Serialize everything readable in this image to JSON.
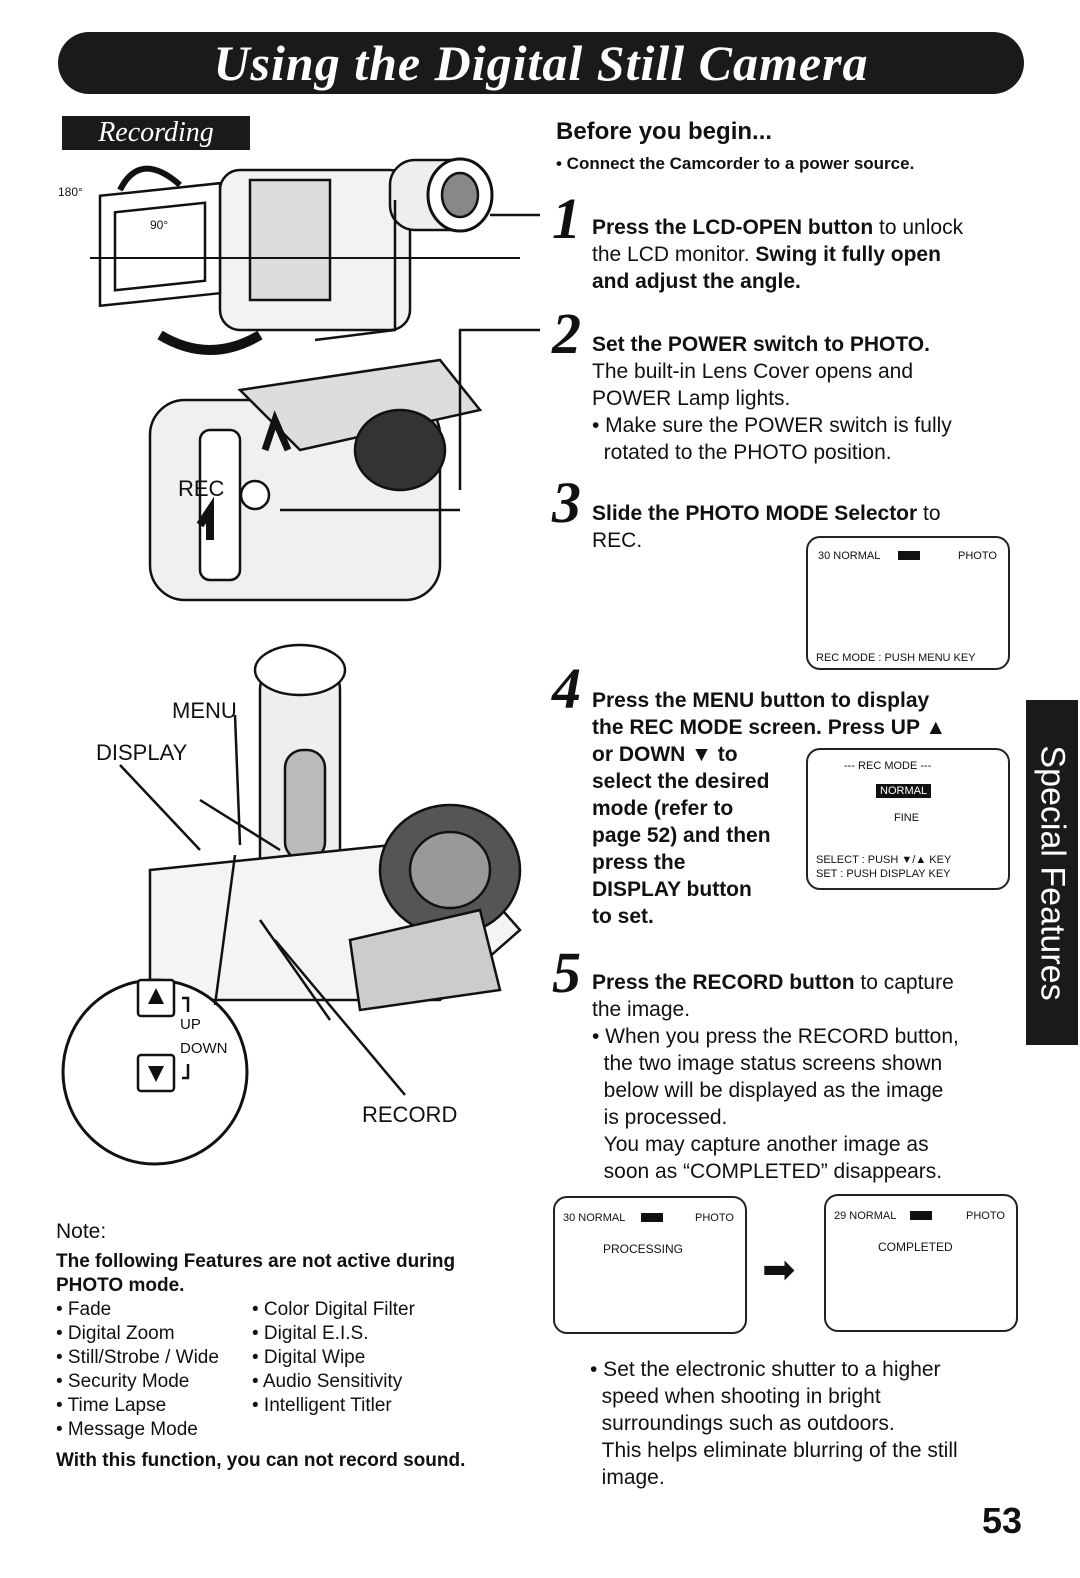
{
  "header": {
    "title": "Using the Digital Still Camera",
    "section": "Recording"
  },
  "before": {
    "heading": "Before you begin...",
    "bullet": "• Connect the Camcorder to a power source."
  },
  "steps": [
    {
      "num": "1",
      "lines": [
        "<b>Press the LCD-OPEN button</b> to unlock",
        "the LCD monitor. <b>Swing it fully open</b>",
        "<b>and adjust the angle.</b>"
      ]
    },
    {
      "num": "2",
      "lines": [
        "<b>Set the POWER switch to PHOTO.</b>",
        "The built-in Lens Cover opens and",
        "POWER Lamp lights.",
        "• Make sure the POWER switch is fully",
        "&nbsp;&nbsp;rotated to the PHOTO position."
      ]
    },
    {
      "num": "3",
      "lines": [
        "<b>Slide the PHOTO MODE Selector</b> to",
        "REC."
      ]
    },
    {
      "num": "4",
      "lines": [
        "<b>Press the MENU button to display</b>",
        "<b>the REC MODE screen. Press UP ▲</b>",
        "<b>or DOWN ▼ to</b>",
        "<b>select the desired</b>",
        "<b>mode (refer to</b>",
        "<b>page 52) and then</b>",
        "<b>press the</b>",
        "<b>DISPLAY button</b>",
        "<b>to set.</b>"
      ]
    },
    {
      "num": "5",
      "lines": [
        "<b>Press the RECORD button</b> to capture",
        "the image.",
        "• When you press the RECORD button,",
        "&nbsp;&nbsp;the two image status screens shown",
        "&nbsp;&nbsp;below will be displayed as the image",
        "&nbsp;&nbsp;is processed.",
        "&nbsp;&nbsp;You may capture another image as",
        "&nbsp;&nbsp;soon as “COMPLETED” disappears."
      ]
    }
  ],
  "screens": {
    "rec": {
      "top_left": "30 NORMAL",
      "top_right": "PHOTO",
      "bottom": "REC MODE : PUSH MENU KEY"
    },
    "menu": {
      "title": "--- REC MODE ---",
      "opt1": "NORMAL",
      "opt2": "FINE",
      "sel": "SELECT : PUSH ▼/▲ KEY",
      "set": "SET      : PUSH DISPLAY KEY"
    },
    "processing": {
      "top_left": "30 NORMAL",
      "top_right": "PHOTO",
      "status": "PROCESSING"
    },
    "completed": {
      "top_left": "29 NORMAL",
      "top_right": "PHOTO",
      "status": "COMPLETED"
    }
  },
  "tip": [
    "• Set the electronic shutter to a higher",
    "&nbsp;&nbsp;speed when shooting in bright",
    "&nbsp;&nbsp;surroundings such as outdoors.",
    "&nbsp;&nbsp;This helps eliminate blurring of the still",
    "&nbsp;&nbsp;image."
  ],
  "labels": {
    "rec": "REC",
    "deg180": "180°",
    "deg90": "90°",
    "menu": "MENU",
    "display": "DISPLAY",
    "up": "UP",
    "down": "DOWN",
    "record": "RECORD"
  },
  "note": {
    "heading": "Note:",
    "intro": "The following Features are not active during PHOTO mode.",
    "col1": [
      "• Fade",
      "• Digital Zoom",
      "• Still/Strobe / Wide",
      "• Security Mode",
      "• Time Lapse",
      "• Message Mode"
    ],
    "col2": [
      "• Color Digital Filter",
      "• Digital E.I.S.",
      "• Digital Wipe",
      "• Audio Sensitivity",
      "• Intelligent Titler"
    ],
    "footer": "With this function, you can not record sound."
  },
  "side_tab": "Special Features",
  "page_number": "53"
}
